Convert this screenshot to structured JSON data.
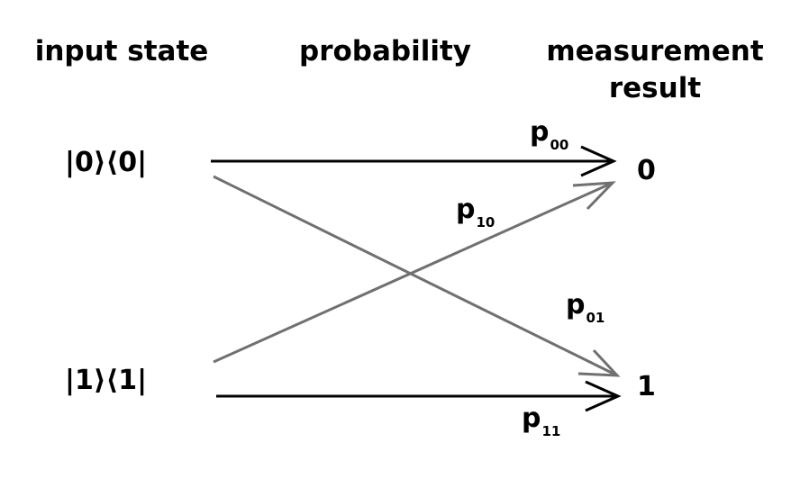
{
  "headers": {
    "input": "input state",
    "probability": "probability",
    "measurement_line1": "measurement",
    "measurement_line2": "result"
  },
  "states": {
    "zero": "|0⟩⟨0|",
    "one": "|1⟩⟨1|"
  },
  "outcomes": {
    "zero": "0",
    "one": "1"
  },
  "probabilities": {
    "p00": {
      "base": "p",
      "sub": "00"
    },
    "p10": {
      "base": "p",
      "sub": "10"
    },
    "p01": {
      "base": "p",
      "sub": "01"
    },
    "p11": {
      "base": "p",
      "sub": "11"
    }
  },
  "colors": {
    "direct_arrow": "#000000",
    "cross_arrow": "#707070"
  }
}
